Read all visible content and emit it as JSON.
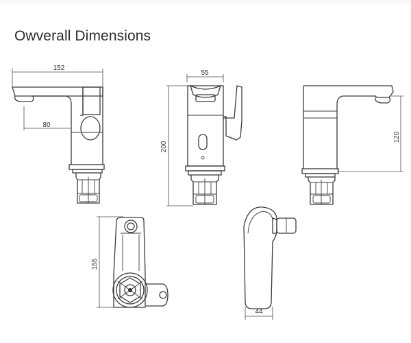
{
  "title": "Owverall Dimensions",
  "dimensions": {
    "front_width": "152",
    "spout_reach": "80",
    "body_width": "55",
    "total_height": "200",
    "side_height": "120",
    "top_length": "155",
    "lever_width": "44"
  }
}
